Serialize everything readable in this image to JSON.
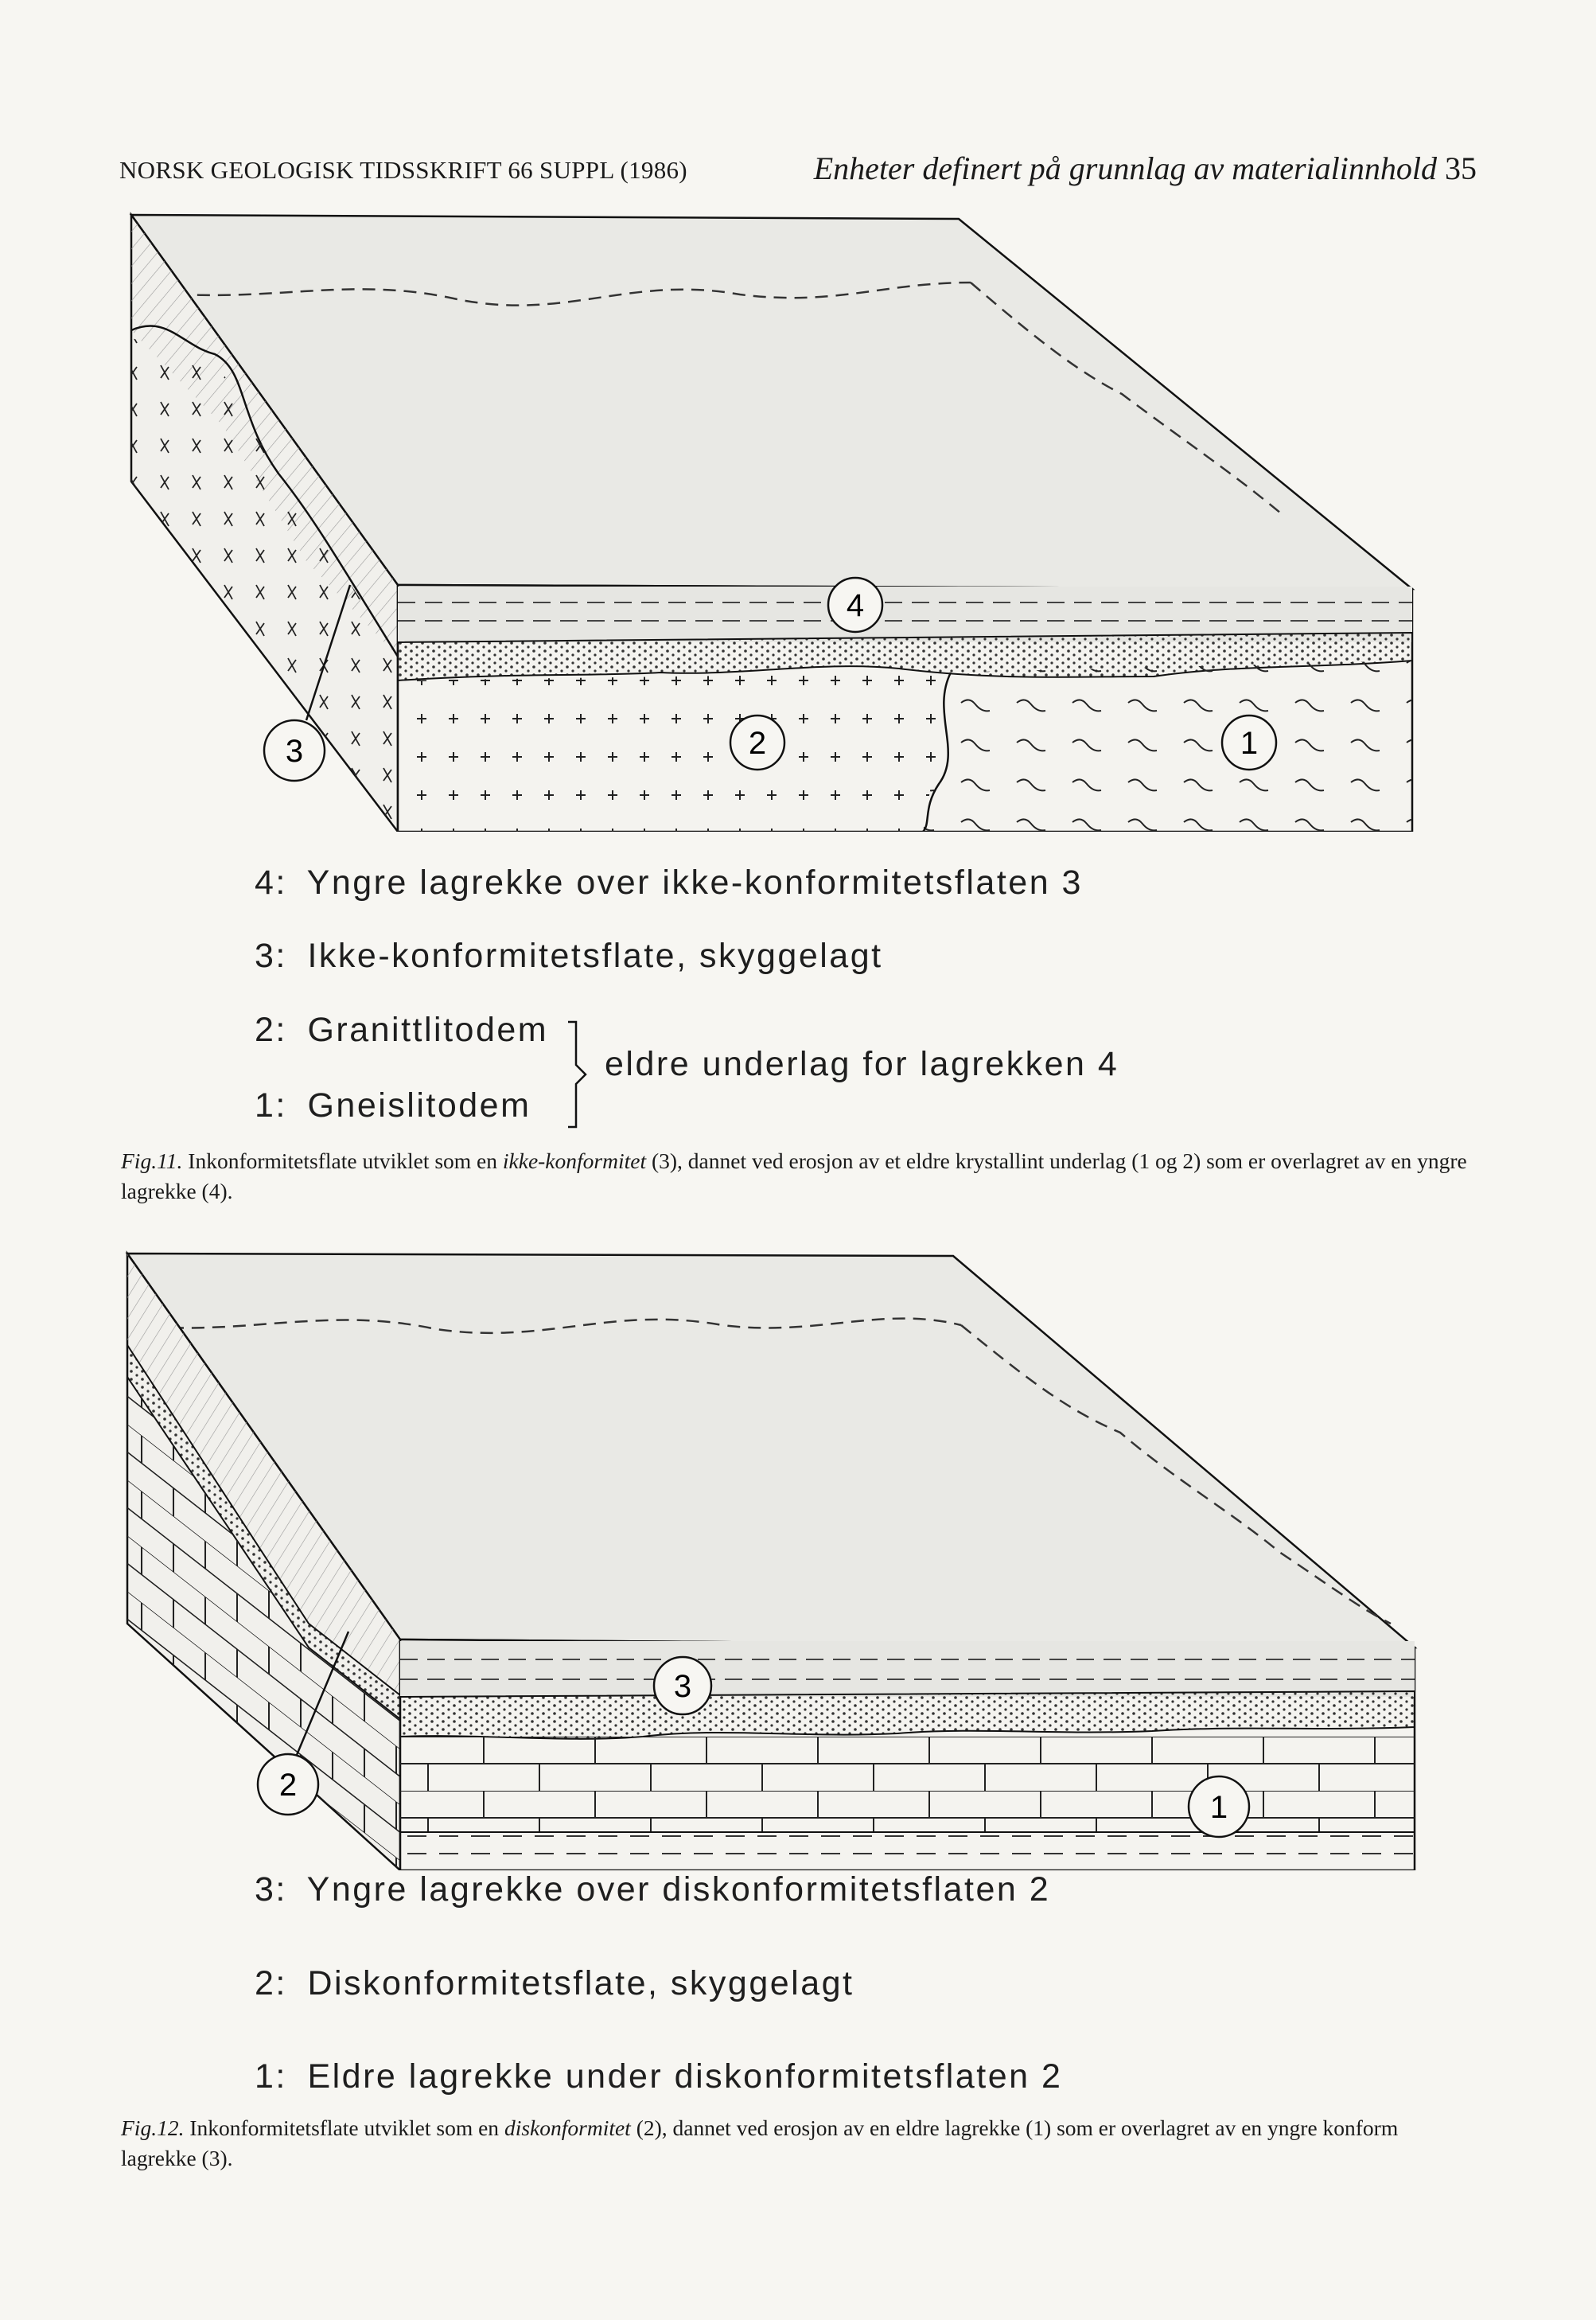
{
  "running_head": {
    "left": "NORSK GEOLOGISK TIDSSKRIFT 66 SUPPL (1986)",
    "right": "Enheter definert på grunnlag av materialinnhold",
    "page_number": "35"
  },
  "figure11": {
    "markers": [
      "1",
      "2",
      "3",
      "4"
    ],
    "legend": [
      {
        "num": "4:",
        "text": "Yngre lagrekke over ikke-konformitetsflaten 3"
      },
      {
        "num": "3:",
        "text": "Ikke-konformitetsflate, skyggelagt"
      },
      {
        "num": "2:",
        "text": "Granittlitodem"
      },
      {
        "num": "1:",
        "text": "Gneislitodem"
      }
    ],
    "brace_text": "eldre underlag for lagrekken 4",
    "caption": {
      "label": "Fig.11.",
      "before": " Inkonformitetsflate utviklet som en ",
      "term": "ikke-konformitet",
      "after": " (3), dannet ved erosjon av et eldre krystallint underlag (1 og 2) som er overlagret av en yngre lagrekke (4)."
    }
  },
  "figure12": {
    "markers": [
      "1",
      "2",
      "3"
    ],
    "legend": [
      {
        "num": "3:",
        "text": "Yngre lagrekke over diskonformitetsflaten 2"
      },
      {
        "num": "2:",
        "text": "Diskonformitetsflate, skyggelagt"
      },
      {
        "num": "1:",
        "text": "Eldre lagrekke under diskonformitetsflaten 2"
      }
    ],
    "caption": {
      "label": "Fig.12.",
      "before": " Inkonformitetsflate utviklet som en ",
      "term": "diskonformitet",
      "after": " (2), dannet ved erosjon av en eldre lagrekke (1) som er overlagret av en yngre konform lagrekke (3)."
    }
  }
}
